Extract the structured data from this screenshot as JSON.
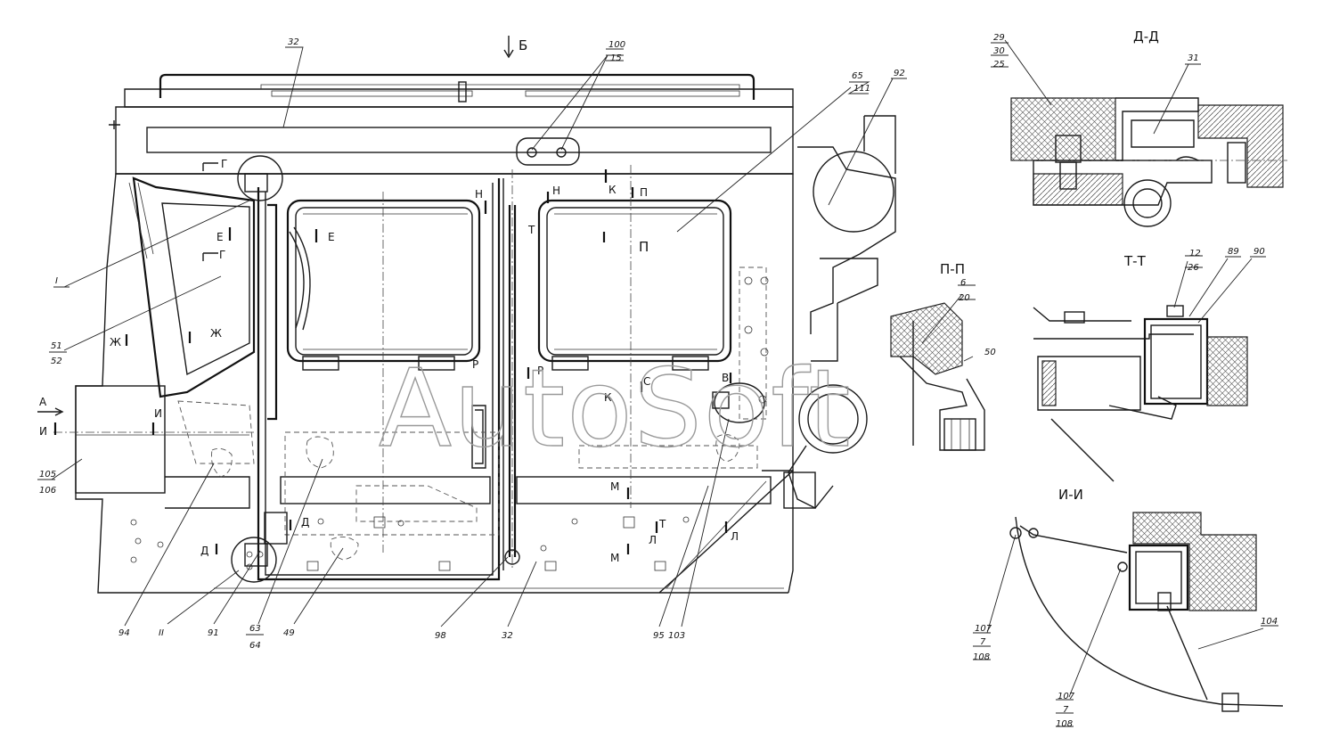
{
  "watermark": "AutoSoft",
  "section_titles": {
    "dd": "Д-Д",
    "tt": "Т-Т",
    "pp": "П-П",
    "ii": "И-И"
  },
  "view_markers": {
    "b": "Б",
    "a": "А",
    "i_left": "И",
    "i_inner": "И",
    "g_top": "Г",
    "g_mid": "Г",
    "e_left": "Е",
    "e_mid": "Е",
    "zh_left": "Ж",
    "zh_mid": "Ж",
    "d_low": "Д",
    "d_mid": "Д",
    "n_left": "Н",
    "n_right": "Н",
    "k_top": "К",
    "k_low": "К",
    "p_top": "П",
    "p_win": "П",
    "t_top": "Т",
    "t_low": "Т",
    "r_top": "Р",
    "r_low": "Р",
    "s": "С",
    "m_top": "М",
    "m_low": "М",
    "l_top": "Л",
    "l_low": "Л",
    "v": "В"
  },
  "callouts": {
    "c32_top": "32",
    "c100": "100",
    "c15_top": "15",
    "c65": "65",
    "c111": "111",
    "c92": "92",
    "cI": "I",
    "c51": "51",
    "c52": "52",
    "c105": "105",
    "c106": "106",
    "c94": "94",
    "cII": "II",
    "c91": "91",
    "c63": "63",
    "c64": "64",
    "c49": "49",
    "c98": "98",
    "c32_bottom": "32",
    "c95": "95",
    "c103": "103",
    "c29": "29",
    "c30": "30",
    "c25": "25",
    "c31": "31",
    "c12": "12",
    "c26": "26",
    "c89": "89",
    "c90": "90",
    "c6": "6",
    "c20": "20",
    "c50": "50",
    "c107_a": "107",
    "c7_a": "7",
    "c108_a": "108",
    "c104": "104",
    "c107_b": "107",
    "c7_b": "7",
    "c108_b": "108"
  }
}
